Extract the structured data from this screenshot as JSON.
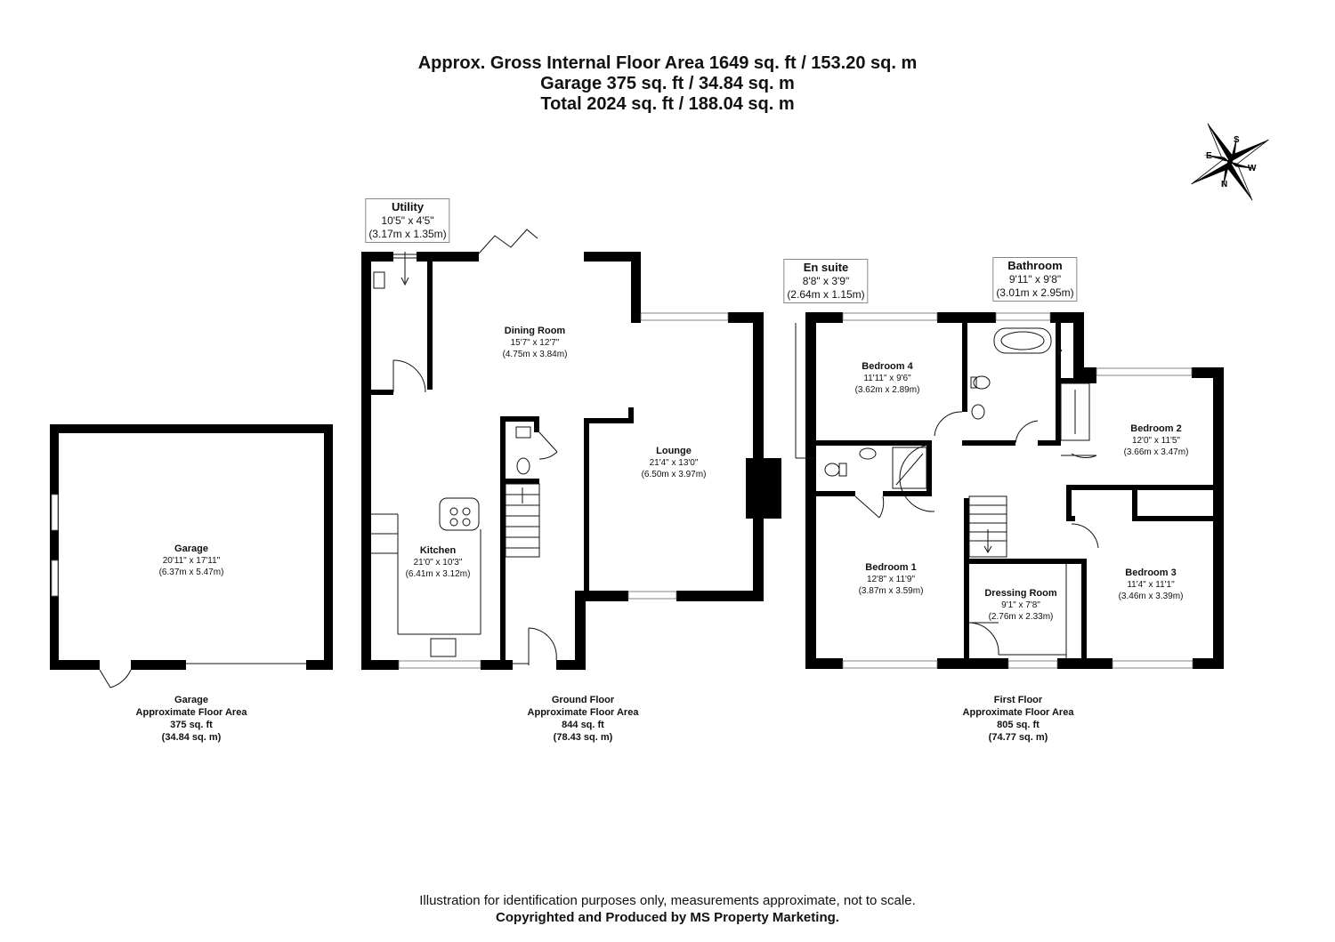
{
  "header": {
    "line1": "Approx. Gross Internal Floor Area 1649 sq. ft / 153.20 sq. m",
    "line2": "Garage 375 sq. ft / 34.84 sq. m",
    "line3": "Total 2024 sq. ft / 188.04 sq. m"
  },
  "compass": {
    "s": "S",
    "e": "E",
    "w": "W",
    "n": "N"
  },
  "rooms": {
    "garage": {
      "name": "Garage",
      "imperial": "20'11\" x 17'11\"",
      "metric": "(6.37m x 5.47m)"
    },
    "utility": {
      "name": "Utility",
      "imperial": "10'5\" x 4'5\"",
      "metric": "(3.17m x 1.35m)"
    },
    "dining": {
      "name": "Dining Room",
      "imperial": "15'7\" x 12'7\"",
      "metric": "(4.75m x 3.84m)"
    },
    "lounge": {
      "name": "Lounge",
      "imperial": "21'4\" x 13'0\"",
      "metric": "(6.50m x 3.97m)"
    },
    "kitchen": {
      "name": "Kitchen",
      "imperial": "21'0\" x 10'3\"",
      "metric": "(6.41m x 3.12m)"
    },
    "ensuite": {
      "name": "En suite",
      "imperial": "8'8\" x 3'9\"",
      "metric": "(2.64m x 1.15m)"
    },
    "bathroom": {
      "name": "Bathroom",
      "imperial": "9'11\" x 9'8\"",
      "metric": "(3.01m x 2.95m)"
    },
    "bedroom4": {
      "name": "Bedroom 4",
      "imperial": "11'11\" x 9'6\"",
      "metric": "(3.62m x 2.89m)"
    },
    "bedroom2": {
      "name": "Bedroom 2",
      "imperial": "12'0\" x 11'5\"",
      "metric": "(3.66m x 3.47m)"
    },
    "bedroom1": {
      "name": "Bedroom 1",
      "imperial": "12'8\" x 11'9\"",
      "metric": "(3.87m x 3.59m)"
    },
    "dressing": {
      "name": "Dressing Room",
      "imperial": "9'1\" x 7'8\"",
      "metric": "(2.76m x 2.33m)"
    },
    "bedroom3": {
      "name": "Bedroom 3",
      "imperial": "11'4\" x 11'1\"",
      "metric": "(3.46m x 3.39m)"
    }
  },
  "floors": {
    "garage": {
      "line1": "Garage",
      "line2": "Approximate Floor Area",
      "line3": "375 sq. ft",
      "line4": "(34.84 sq. m)"
    },
    "ground": {
      "line1": "Ground Floor",
      "line2": "Approximate Floor Area",
      "line3": "844 sq. ft",
      "line4": "(78.43 sq. m)"
    },
    "first": {
      "line1": "First Floor",
      "line2": "Approximate Floor Area",
      "line3": "805 sq. ft",
      "line4": "(74.77 sq. m)"
    }
  },
  "footer": {
    "disclaimer": "Illustration for identification purposes only, measurements approximate, not to scale.",
    "credit": "Copyrighted  and Produced by MS Property Marketing."
  }
}
